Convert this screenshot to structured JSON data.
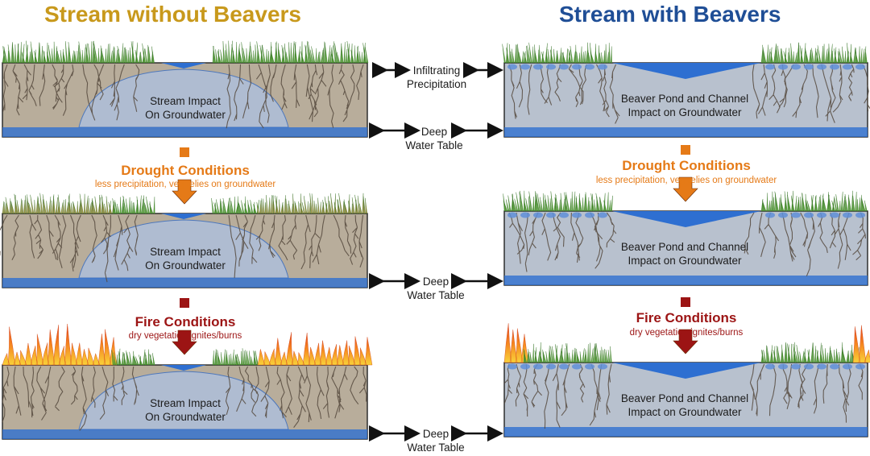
{
  "titles": {
    "left": "Stream without Beavers",
    "right": "Stream with Beavers"
  },
  "labels": {
    "stream_impact_line1": "Stream Impact",
    "stream_impact_line2": "On Groundwater",
    "beaver_impact_line1": "Beaver Pond and Channel",
    "beaver_impact_line2": "Impact on Groundwater",
    "infiltrating_line1": "Infiltrating",
    "infiltrating_line2": "Precipitation",
    "deep_line1": "Deep",
    "deep_line2": "Water Table"
  },
  "conditions": {
    "drought": {
      "title": "Drought Conditions",
      "subtitle": "less precipitation, veg relies on groundwater"
    },
    "fire": {
      "title": "Fire Conditions",
      "subtitle": "dry vegetation ignites/burns"
    }
  },
  "colors": {
    "left_title": "#c8991c",
    "right_title": "#1f4e96",
    "drought": "#e57a17",
    "fire": "#9c1414",
    "water": "#2e6fd1",
    "soil_left": "#b8ad9b",
    "soil_right": "#b8c1ce"
  }
}
